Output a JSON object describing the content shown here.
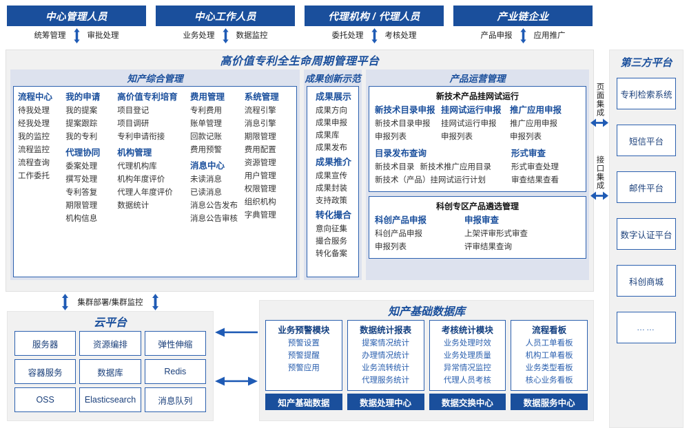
{
  "actors": [
    {
      "title": "中心管理人员",
      "left": "统筹管理",
      "right": "审批处理"
    },
    {
      "title": "中心工作人员",
      "left": "业务处理",
      "right": "数据监控"
    },
    {
      "title": "代理机构 / 代理人员",
      "left": "委托处理",
      "right": "考核处理"
    },
    {
      "title": "产业链企业",
      "left": "产品申报",
      "right": "应用推广"
    }
  ],
  "platform": {
    "title": "高价值专利全生命周期管理平台",
    "sections": {
      "zhichan": {
        "title": "知产综合管理",
        "columns": [
          {
            "groups": [
              {
                "head": "流程中心",
                "items": [
                  "待我处理",
                  "经我处理",
                  "我的监控",
                  "流程监控",
                  "流程查询",
                  "工作委托"
                ]
              }
            ]
          },
          {
            "groups": [
              {
                "head": "我的申请",
                "items": [
                  "我的提案",
                  "提案跟踪",
                  "我的专利"
                ]
              },
              {
                "head": "代理协同",
                "items": [
                  "委案处理",
                  "撰写处理",
                  "专利答复",
                  "期限管理",
                  "机构信息"
                ]
              }
            ]
          },
          {
            "groups": [
              {
                "head": "高价值专利培育",
                "items": [
                  "项目登记",
                  "项目调研",
                  "专利申请衔接"
                ]
              },
              {
                "head": "机构管理",
                "items": [
                  "代理机构库",
                  "机构年度评价",
                  "代理人年度评价",
                  "数据统计"
                ]
              }
            ]
          },
          {
            "groups": [
              {
                "head": "费用管理",
                "items": [
                  "专利费用",
                  "账单管理",
                  "回款记账",
                  "费用预警"
                ]
              },
              {
                "head": "消息中心",
                "items": [
                  "未读消息",
                  "已读消息",
                  "消息公告发布",
                  "消息公告审核"
                ]
              }
            ]
          },
          {
            "groups": [
              {
                "head": "系统管理",
                "items": [
                  "流程引擎",
                  "消息引擎",
                  "期限管理",
                  "费用配置",
                  "资源管理",
                  "用户管理",
                  "权限管理",
                  "组织机构",
                  "字典管理"
                ]
              }
            ]
          }
        ]
      },
      "chengguo": {
        "title": "成果创新示范",
        "groups": [
          {
            "head": "成果展示",
            "items": [
              "成果方向",
              "成果申报",
              "成果库",
              "成果发布"
            ]
          },
          {
            "head": "成果推介",
            "items": [
              "成果宣传",
              "成果封装",
              "支持政策"
            ]
          },
          {
            "head": "转化撮合",
            "items": [
              "意向征集",
              "撮合服务",
              "转化备案"
            ]
          }
        ]
      },
      "chanpin": {
        "title": "产品运营管理",
        "box1": {
          "title": "新技术产品挂网试运行",
          "row1": [
            {
              "head": "新技术目录申报",
              "items": [
                "新技术目录申报",
                "申报列表"
              ]
            },
            {
              "head": "挂网试运行申报",
              "items": [
                "挂网试运行申报",
                "申报列表"
              ]
            },
            {
              "head": "推广应用申报",
              "items": [
                "推广应用申报",
                "申报列表"
              ]
            }
          ],
          "row2_left_head": "目录发布查询",
          "row2_left_inline": [
            "新技术目录",
            "新技术推广应用目录"
          ],
          "row2_left_item": "新技术（产品）挂网试运行计划",
          "row2_right_head": "形式审查",
          "row2_right_items": [
            "形式审查处理",
            "审查结果查看"
          ]
        },
        "box2": {
          "title": "科创专区产品遴选管理",
          "cols": [
            {
              "head": "科创产品申报",
              "items": [
                "科创产品申报",
                "申报列表"
              ]
            },
            {
              "head": "申报审查",
              "items": [
                "上架评审形式审查",
                "评审结果查询"
              ]
            }
          ]
        }
      }
    }
  },
  "integration": [
    {
      "label": "页面集成"
    },
    {
      "label": "接口集成"
    }
  ],
  "third_party": {
    "title": "第三方平台",
    "items": [
      "专利检索系统",
      "短信平台",
      "邮件平台",
      "数字认证平台",
      "科创商城",
      "……"
    ]
  },
  "cluster_label": "集群部署/集群监控",
  "cloud": {
    "title": "云平台",
    "cells": [
      "服务器",
      "资源编排",
      "弹性伸缩",
      "容器服务",
      "数据库",
      "Redis",
      "OSS",
      "Elasticsearch",
      "消息队列"
    ]
  },
  "kdb": {
    "title": "知产基础数据库",
    "columns": [
      {
        "head": "业务预警模块",
        "items": [
          "预警设置",
          "预警提醒",
          "预警应用"
        ],
        "foot": "知产基础数据"
      },
      {
        "head": "数据统计报表",
        "items": [
          "提案情况统计",
          "办理情况统计",
          "业务流转统计",
          "代理服务统计"
        ],
        "foot": "数据处理中心"
      },
      {
        "head": "考核统计模块",
        "items": [
          "业务处理时效",
          "业务处理质量",
          "异常情况监控",
          "代理人员考核"
        ],
        "foot": "数据交换中心"
      },
      {
        "head": "流程看板",
        "items": [
          "人员工单看板",
          "机构工单看板",
          "业务类型看板",
          "核心业务看板"
        ],
        "foot": "数据服务中心"
      }
    ]
  },
  "colors": {
    "brand_blue": "#1a4f9c",
    "border_blue": "#2a5fae",
    "panel_grey": "#f1f1f1",
    "section_header": "#dde2ee"
  }
}
